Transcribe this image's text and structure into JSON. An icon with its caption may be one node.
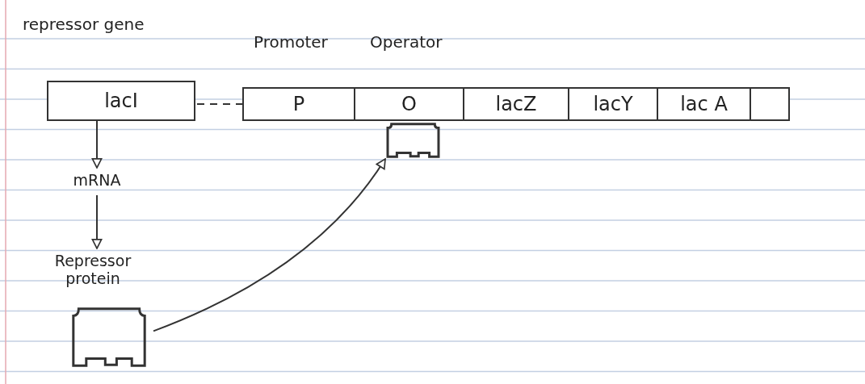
{
  "diagram": {
    "nodes": [
      {
        "text": [
          "repressor gene",
          "lacI"
        ]
      },
      {
        "text": [
          "Promoter",
          "P"
        ]
      },
      {
        "text": [
          "Operator",
          "O"
        ]
      },
      {
        "text": [
          "lacZ"
        ]
      },
      {
        "text": [
          "lacY"
        ]
      },
      {
        "text": [
          "lac A"
        ]
      },
      {
        "text": [],
        "shape": "box"
      },
      {
        "text": [],
        "shape": "protein"
      },
      {
        "text": [
          "mRNA"
        ]
      },
      {
        "text": [
          "Repressor protein"
        ]
      },
      {
        "text": [],
        "shape": "protein"
      }
    ],
    "edges": [
      {
        "from": 0,
        "to": 1,
        "arrow": "none",
        "style": "dashed"
      },
      {
        "from": 0,
        "to": 8,
        "arrow": "to"
      },
      {
        "from": 8,
        "to": 9,
        "arrow": "to"
      },
      {
        "from": 10,
        "to": 7,
        "arrow": "to"
      }
    ]
  }
}
